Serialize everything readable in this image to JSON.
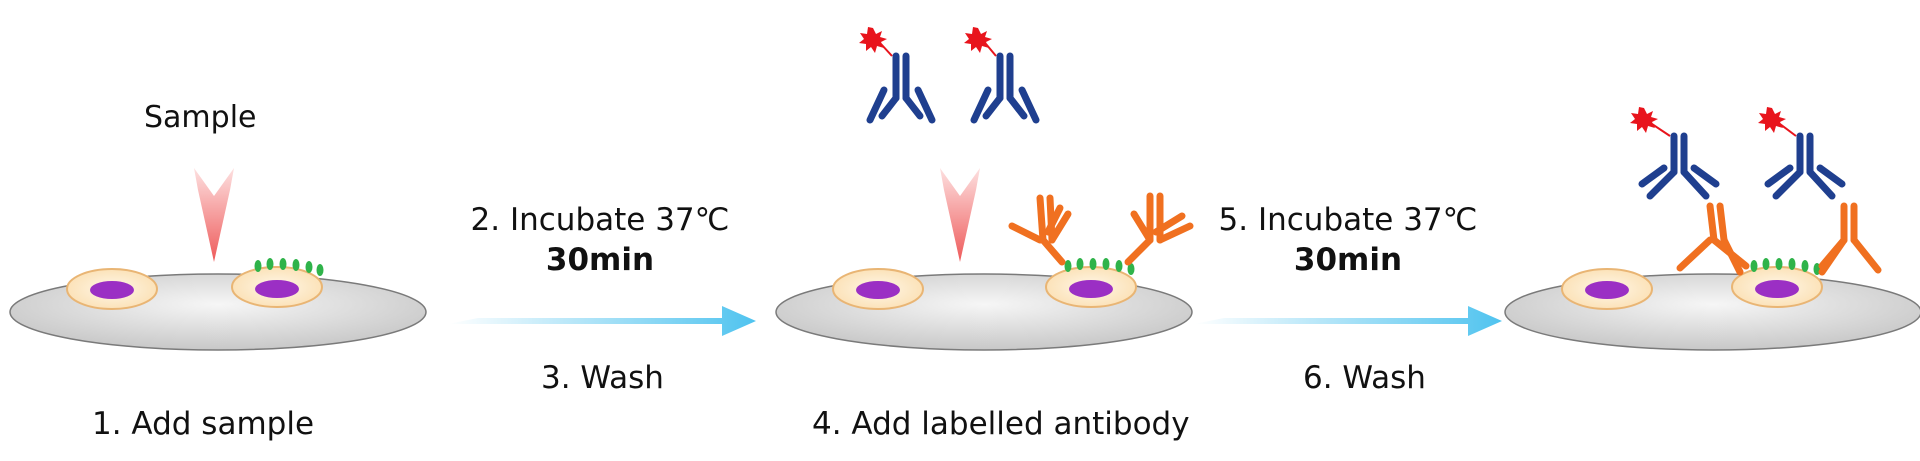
{
  "labels": {
    "sample": "Sample",
    "step1": "1. Add sample",
    "step2": "2. Incubate 37℃",
    "step2_time": "30min",
    "step3": "3. Wash",
    "step4": "4. Add labelled antibody",
    "step5": "5. Incubate 37℃",
    "step5_time": "30min",
    "step6": "6. Wash"
  },
  "colors": {
    "plate": "#d4d4d4",
    "cell_fill": "#fde9c8",
    "cell_border": "#e9b574",
    "nucleus": "#9b2fc4",
    "antigen": "#2fb34a",
    "capture_antibody": "#f07020",
    "labelled_antibody": "#1f3f8f",
    "label_star": "#e8141c",
    "sample_arrow": "#f06a6a",
    "wash_arrow": "#5cc8f0"
  },
  "icons": {
    "sample_arrow": "chevron-down-arrow-icon",
    "wash_arrow": "right-arrow-icon",
    "label": "star-burst-icon",
    "antibody": "y-shaped-antibody-icon"
  }
}
